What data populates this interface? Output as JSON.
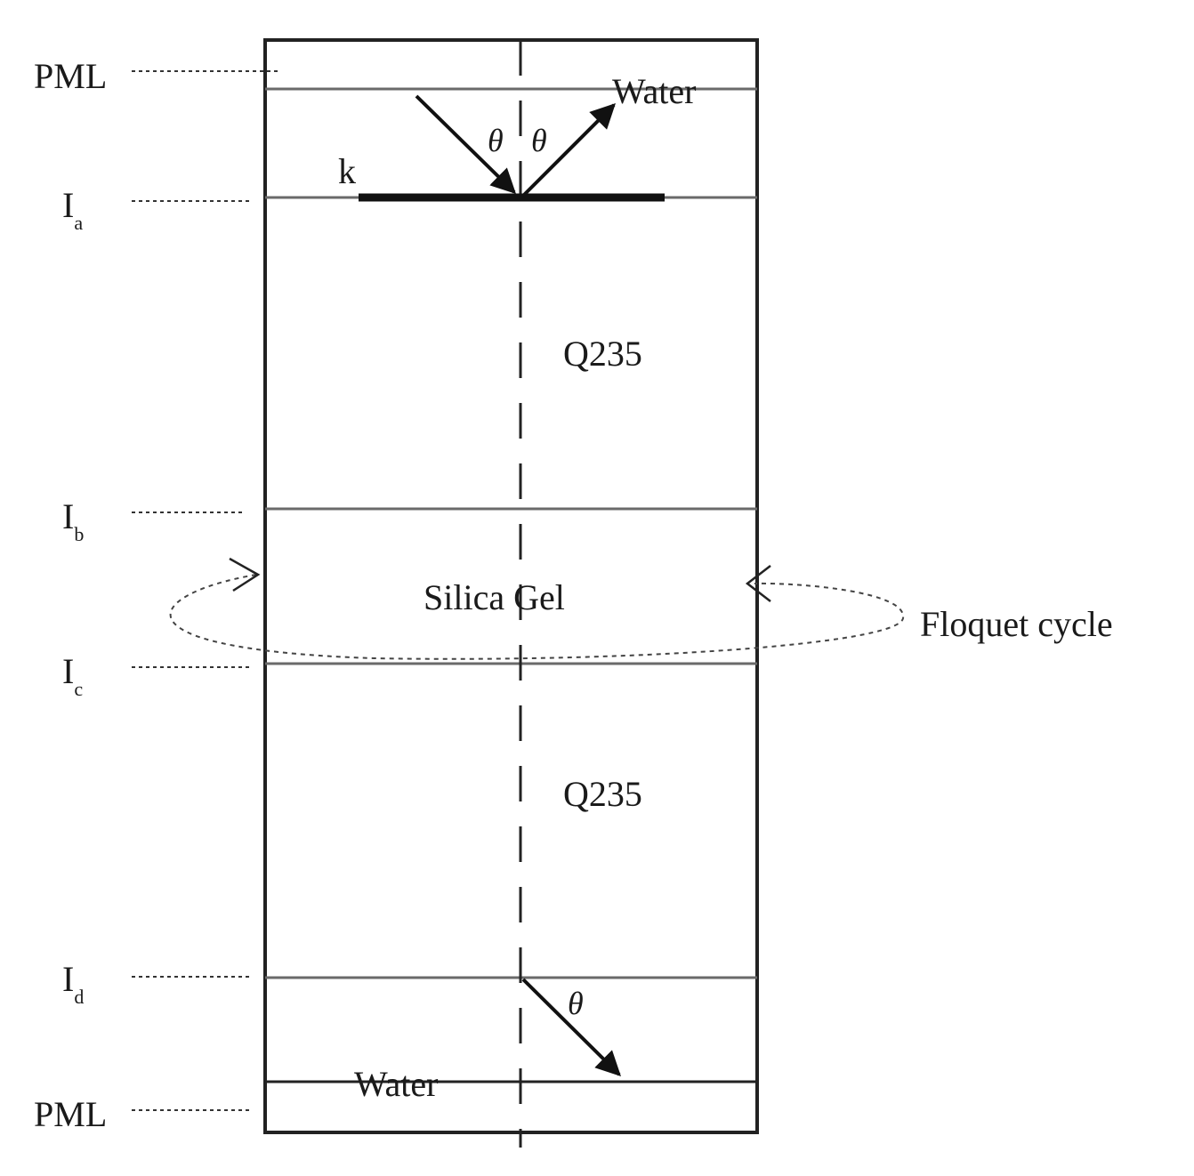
{
  "labels": {
    "pml_top": "PML",
    "pml_bottom": "PML",
    "water_top": "Water",
    "water_bottom": "Water",
    "k": "k",
    "q235_upper": "Q235",
    "q235_lower": "Q235",
    "silica_gel": "Silica Gel",
    "floquet": "Floquet cycle",
    "theta": "θ",
    "interface_letter": "I",
    "interfaces": [
      "a",
      "b",
      "c",
      "d"
    ]
  },
  "colors": {
    "ink": "#1a1a1a",
    "interface_line": "#6a6a6a"
  }
}
